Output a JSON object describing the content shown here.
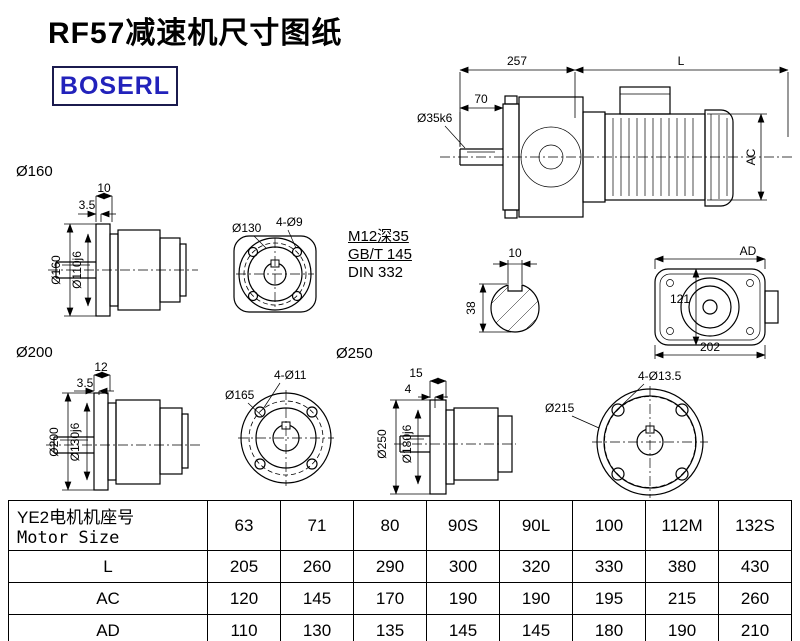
{
  "page": {
    "title": "RF57减速机尺寸图纸",
    "brand": "BOSERL"
  },
  "main_view": {
    "dim_257": "257",
    "dim_L": "L",
    "dim_70": "70",
    "shaft_dia": "Ø35k6",
    "dim_AC": "AC"
  },
  "notes": {
    "line1": "M12深35",
    "line2": "GB/T 145",
    "line3": "DIN 332"
  },
  "view_160": {
    "label": "Ø160",
    "dim_10": "10",
    "dim_3_5": "3.5",
    "dia": "Ø160",
    "hub_dia": "Ø110j6"
  },
  "view_130": {
    "dia": "Ø130",
    "holes": "4-Ø9"
  },
  "shaft_section": {
    "dim_10": "10",
    "dim_38": "38"
  },
  "rear_view": {
    "dim_AD": "AD",
    "dim_121": "121",
    "dim_202": "202"
  },
  "view_200": {
    "label": "Ø200",
    "dim_12": "12",
    "dim_3_5": "3.5",
    "dia": "Ø200",
    "hub_dia": "Ø130j6"
  },
  "view_165": {
    "dia": "Ø165",
    "holes": "4-Ø11"
  },
  "view_250": {
    "label": "Ø250",
    "dim_15": "15",
    "dim_4": "4",
    "dia": "Ø250",
    "hub_dia": "Ø180j6"
  },
  "view_215": {
    "dia": "Ø215",
    "holes": "4-Ø13.5"
  },
  "table": {
    "header_line1": "YE2电机机座号",
    "header_line2": "Motor Size",
    "sizes": [
      "63",
      "71",
      "80",
      "90S",
      "90L",
      "100",
      "112M",
      "132S"
    ],
    "rows": [
      {
        "label": "L",
        "values": [
          "205",
          "260",
          "290",
          "300",
          "320",
          "330",
          "380",
          "430"
        ]
      },
      {
        "label": "AC",
        "values": [
          "120",
          "145",
          "170",
          "190",
          "190",
          "195",
          "215",
          "260"
        ]
      },
      {
        "label": "AD",
        "values": [
          "110",
          "130",
          "135",
          "145",
          "145",
          "180",
          "190",
          "210"
        ]
      }
    ]
  }
}
